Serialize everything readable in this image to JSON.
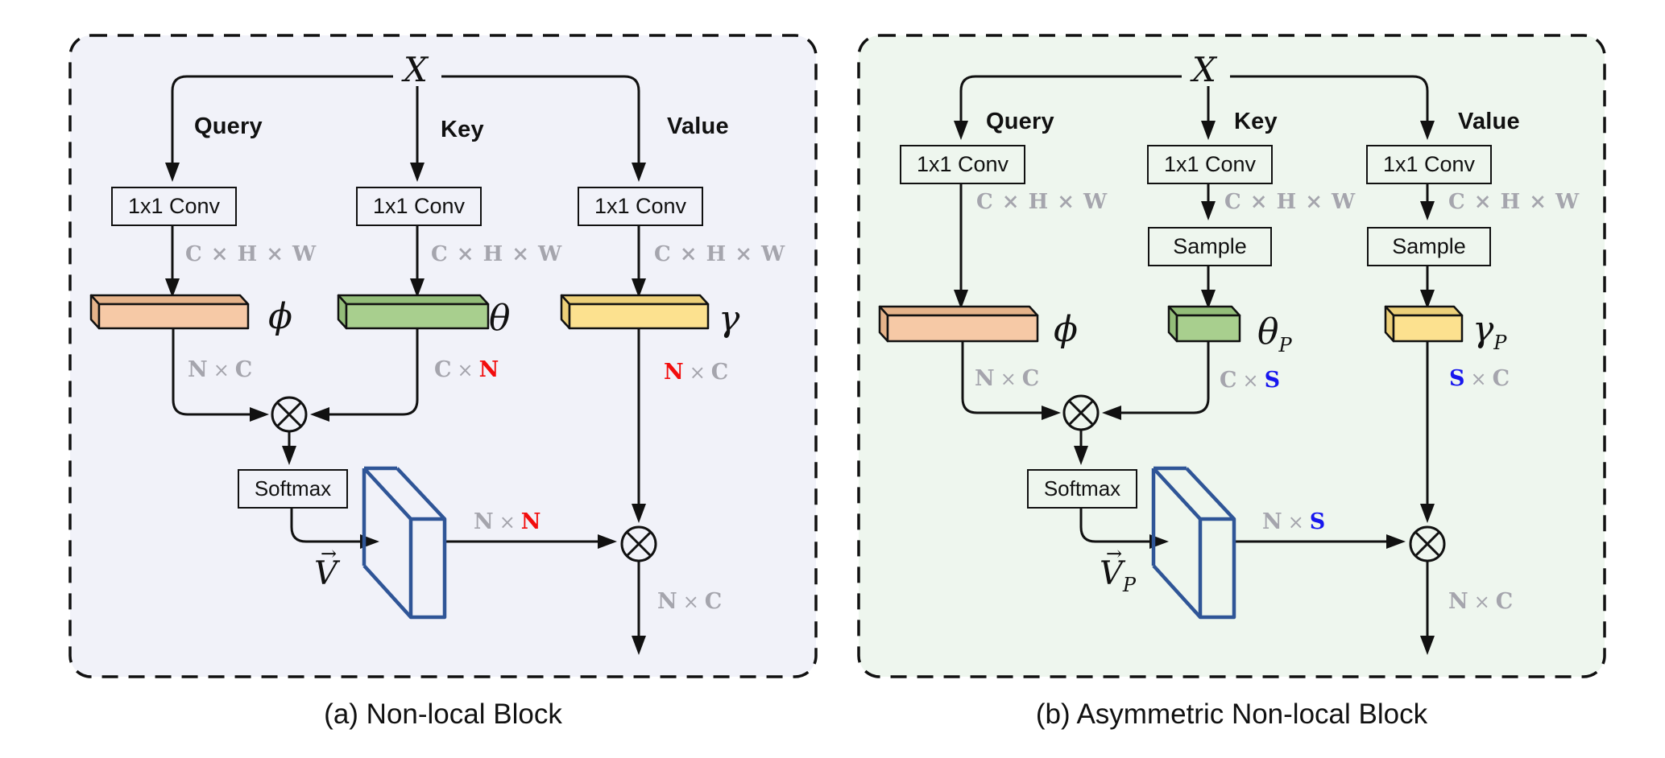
{
  "colors": {
    "panel_a_bg": "#f1f2f9",
    "panel_b_bg": "#eef6ee",
    "line": "#111111",
    "gray_dim": "#a5a5ad",
    "red_dim": "#f20d0d",
    "blue_dim": "#1716ee",
    "bar_orange": "#f6c9a6",
    "bar_orange_dark": "#e5b38a",
    "bar_green": "#a8cf8e",
    "bar_green_dark": "#93bd79",
    "bar_yellow": "#fce18f",
    "bar_yellow_dark": "#edd079",
    "matrix_stroke": "#2f5597"
  },
  "panel_a": {
    "caption": "(a) Non-local Block",
    "input": "X",
    "branches": {
      "query": "Query",
      "key": "Key",
      "value": "Value"
    },
    "ops": {
      "conv": "1x1 Conv",
      "softmax": "Softmax"
    },
    "chw": "C × H × W",
    "tensors": {
      "query": "ϕ",
      "key": "θ",
      "value": "γ"
    },
    "attention": {
      "base": "V",
      "arrow": "→",
      "sub": ""
    },
    "dims": {
      "query_bar": [
        "N",
        "×",
        "C"
      ],
      "key_bar": [
        "C",
        "×",
        "N"
      ],
      "value_bar": [
        "N",
        "×",
        "C"
      ],
      "attn_out": [
        "N",
        "×",
        "N"
      ],
      "final": [
        "N",
        "×",
        "C"
      ]
    }
  },
  "panel_b": {
    "caption": "(b) Asymmetric Non-local Block",
    "input": "X",
    "branches": {
      "query": "Query",
      "key": "Key",
      "value": "Value"
    },
    "ops": {
      "conv": "1x1 Conv",
      "sample": "Sample",
      "softmax": "Softmax"
    },
    "chw": "C × H × W",
    "tensors": {
      "query": "ϕ",
      "key": "θ",
      "key_sub": "P",
      "value": "γ",
      "value_sub": "P"
    },
    "attention": {
      "base": "V",
      "arrow": "→",
      "sub": "P"
    },
    "dims": {
      "query_bar": [
        "N",
        "×",
        "C"
      ],
      "key_bar": [
        "C",
        "×",
        "S"
      ],
      "value_bar": [
        "S",
        "×",
        "C"
      ],
      "attn_out": [
        "N",
        "×",
        "S"
      ],
      "final": [
        "N",
        "×",
        "C"
      ]
    }
  }
}
